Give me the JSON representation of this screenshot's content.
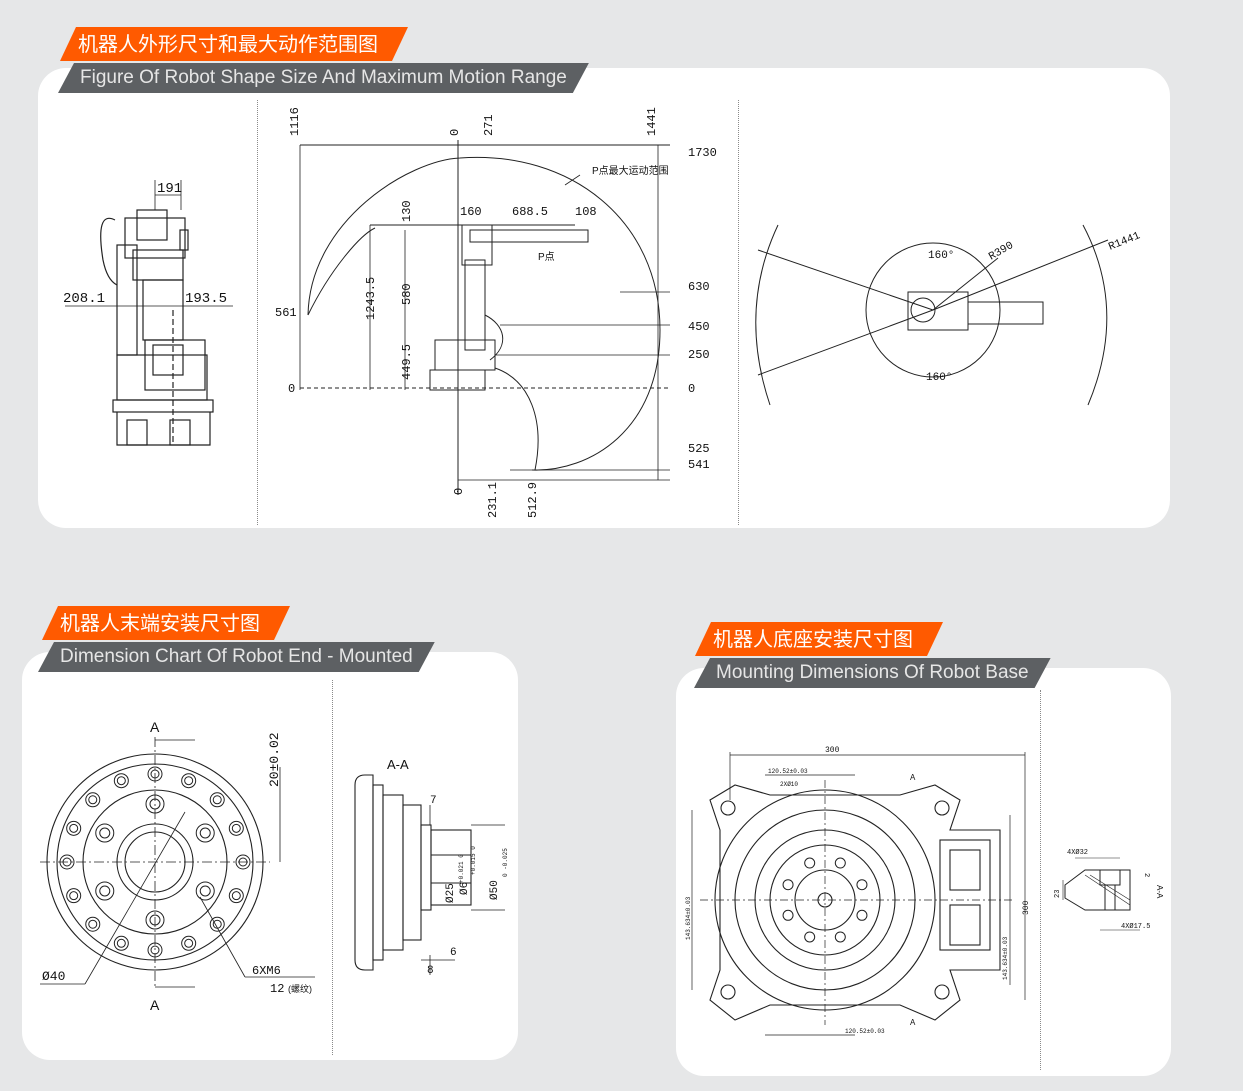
{
  "sections": {
    "range": {
      "title_cn": "机器人外形尺寸和最大动作范围图",
      "title_en": "Figure Of Robot Shape Size And Maximum Motion Range",
      "side": {
        "top": "191",
        "left": "208.1",
        "right": "193.5"
      },
      "profile": {
        "top_labels": [
          "1116",
          "0",
          "271",
          "1441"
        ],
        "right_labels": [
          "1730",
          "630",
          "450",
          "250",
          "0",
          "525",
          "541"
        ],
        "left_labels": [
          "561",
          "0"
        ],
        "arm_labels": [
          "160",
          "688.5",
          "108",
          "130"
        ],
        "vertical_labels": [
          "1243.5",
          "580",
          "449.5"
        ],
        "bottom_labels": [
          "0",
          "231.1",
          "512.9"
        ],
        "p_range_note": "P点最大运动范围",
        "p_point": "P点"
      },
      "top_view": {
        "angle_top": "160°",
        "angle_bottom": "160°",
        "r_small": "R390",
        "r_large": "R1441"
      }
    },
    "end": {
      "title_cn": "机器人末端安装尺寸图",
      "title_en": "Dimension Chart Of Robot End - Mounted",
      "front": {
        "section_top": "A",
        "section_bottom": "A",
        "dim_vertical": "20±0.02",
        "dia": "Ø40",
        "thread": "6XM6",
        "depth": "12",
        "depth_note": "(螺纹)"
      },
      "side": {
        "section_label": "A-A",
        "d1": "Ø25",
        "d1_tol": "+0.021\n0",
        "d2": "Ø6",
        "d2_tol": "+0.015\n0",
        "d3": "Ø50",
        "d3_tol": "0\n-0.025",
        "dim7": "7",
        "dim6": "6",
        "dim8": "8"
      }
    },
    "base": {
      "title_cn": "机器人底座安装尺寸图",
      "title_en": "Mounting Dimensions Of Robot Base",
      "plan": {
        "width": "300",
        "height": "300",
        "a_top": "A",
        "a_bottom": "A",
        "d_top": "120.52±0.03",
        "d_bottom": "120.52±0.03",
        "d_left": "143.634±0.03",
        "d_right": "143.634±0.03",
        "holes": "2XØ10"
      },
      "section": {
        "cbore": "4XØ32",
        "hole": "4XØ17.5",
        "depth": "23",
        "label": "A-A",
        "small": "2"
      }
    }
  }
}
